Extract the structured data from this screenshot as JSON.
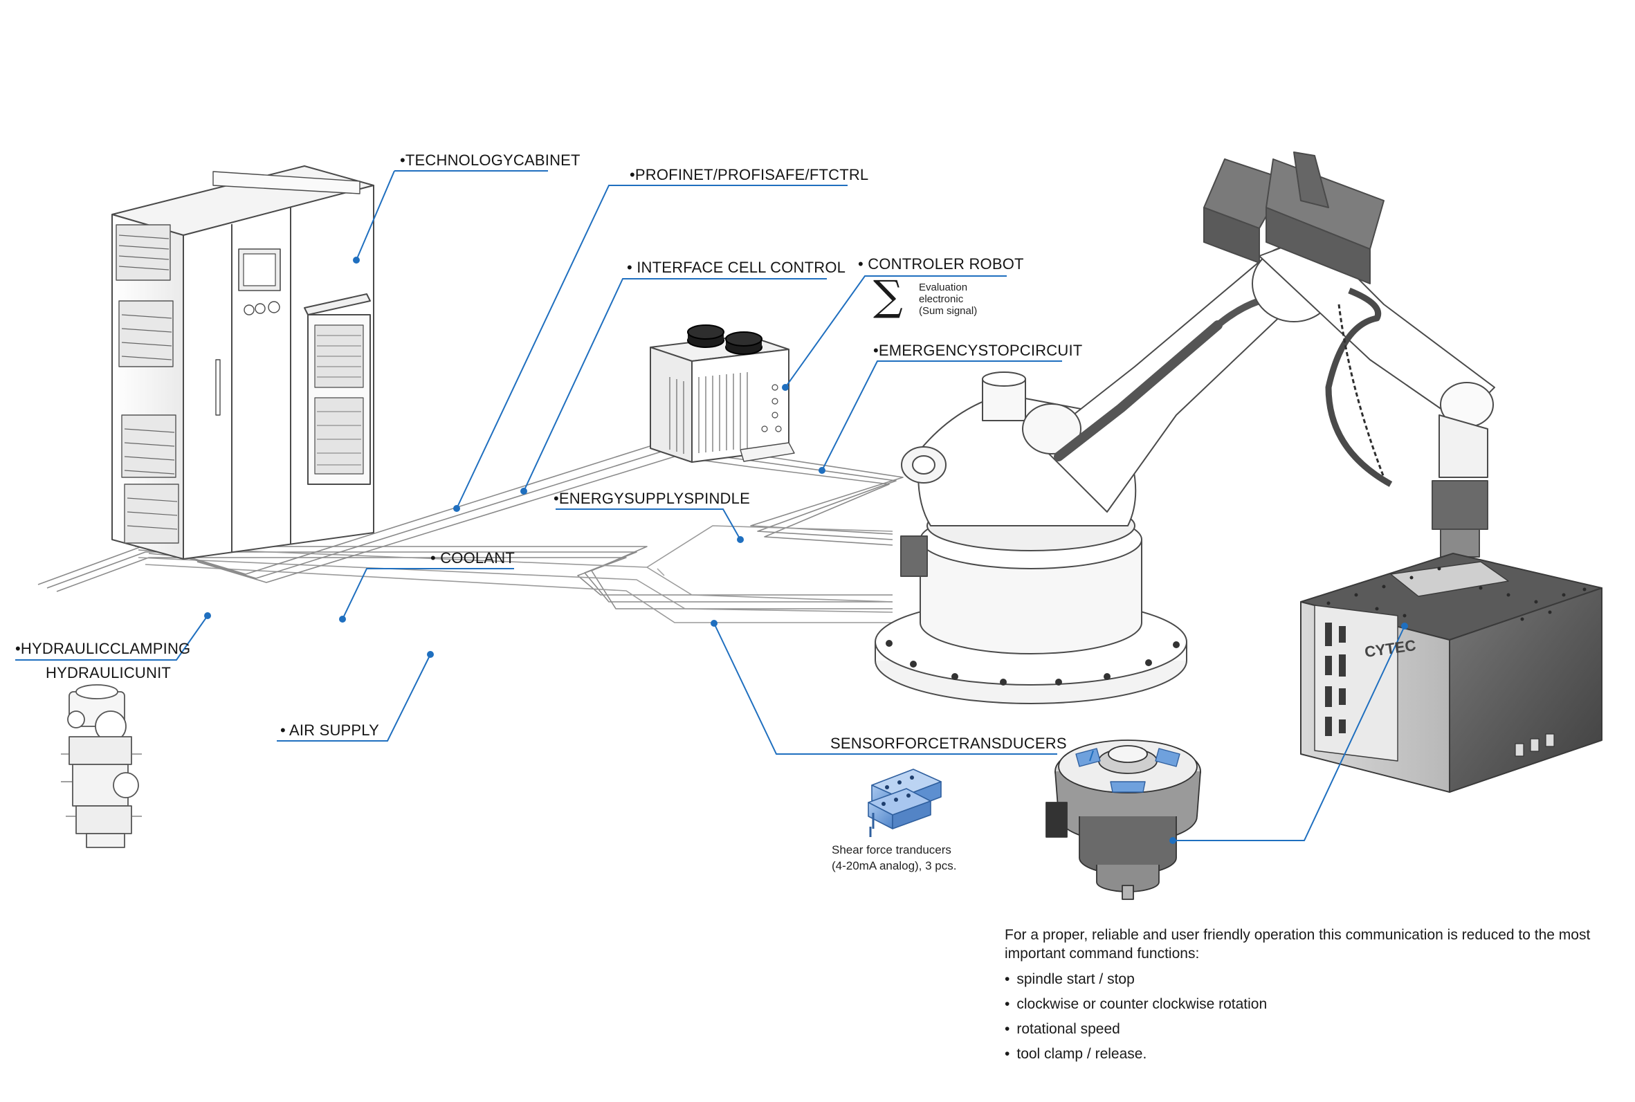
{
  "labels": {
    "technology_cabinet": "•TECHNOLOGYCABINET",
    "profinet": "•PROFINET/PROFISAFE/FTCTRL",
    "interface_cell": "• INTERFACE CELL CONTROL",
    "controler_robot": "• CONTROLER ROBOT",
    "emergency_stop": "•EMERGENCYSTOPCIRCUIT",
    "energy_supply_spindle": "•ENERGYSUPPLYSPINDLE",
    "coolant": "• COOLANT",
    "hydraulic_clamping": "•HYDRAULICCLAMPING",
    "hydraulic_unit": "HYDRAULICUNIT",
    "air_supply": "• AIR SUPPLY",
    "sensor_force": "SENSORFORCETRANSDUCERS"
  },
  "sum_signal": {
    "symbol": "∑",
    "line1": "Evaluation",
    "line2": "electronic",
    "line3": "(Sum signal)"
  },
  "shear_caption": {
    "line1": "Shear force tranducers",
    "line2": "(4-20mA analog), 3 pcs."
  },
  "brand_mark": "CYTEC",
  "notes": {
    "intro": "For a proper, reliable and user friendly operation this communication is reduced to the most important command functions:",
    "items": [
      "spindle start / stop",
      "clockwise or counter clockwise rotation",
      "rotational speed",
      "tool clamp / release."
    ]
  },
  "colors": {
    "leader": "#1f6fbf",
    "outline": "#4a4a4a",
    "steel_dark": "#5c5c5c",
    "sensor_blue": "#6fa1dd"
  }
}
